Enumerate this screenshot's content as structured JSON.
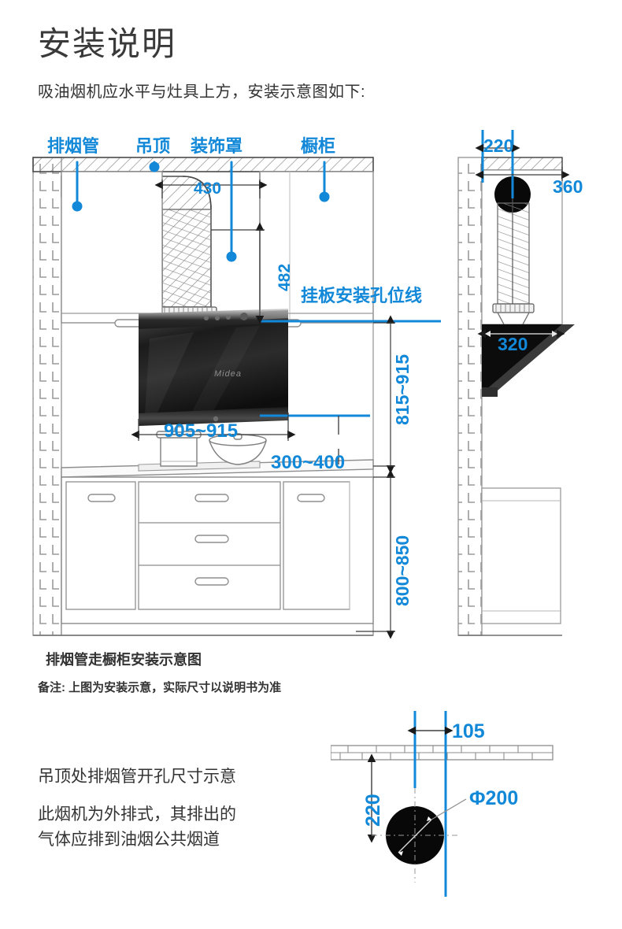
{
  "page": {
    "title": "安装说明",
    "subtitle": "吸油烟机应水平与灶具上方，安装示意图如下:"
  },
  "callouts": {
    "duct": "排烟管",
    "ceiling": "吊顶",
    "decor_cover": "装饰罩",
    "cabinet": "橱柜",
    "mount_hole_line": "挂板安装孔位线"
  },
  "front_view_dimensions": {
    "duct_offset": "430",
    "cover_height": "482",
    "hood_width": "905~915",
    "hood_to_counter": "300~400",
    "hood_height_from_floor": "815~915",
    "counter_height": "800~850"
  },
  "side_view_dimensions": {
    "pipe_offset": "220",
    "cabinet_depth": "360",
    "hood_depth": "320"
  },
  "figure_caption": "排烟管走橱柜安装示意图",
  "figure_note": "备注: 上图为安装示意，实际尺寸以说明书为准",
  "bottom_section": {
    "heading": "吊顶处排烟管开孔尺寸示意",
    "body_line1": "此烟机为外排式，其排出的",
    "body_line2": "气体应排到油烟公共烟道",
    "dimensions": {
      "horizontal_offset": "105",
      "vertical_offset": "220",
      "hole_diameter": "Φ200"
    }
  },
  "colors": {
    "accent_blue": "#1288d8",
    "line_gray": "#8a8a8a",
    "body_text": "#333333"
  }
}
